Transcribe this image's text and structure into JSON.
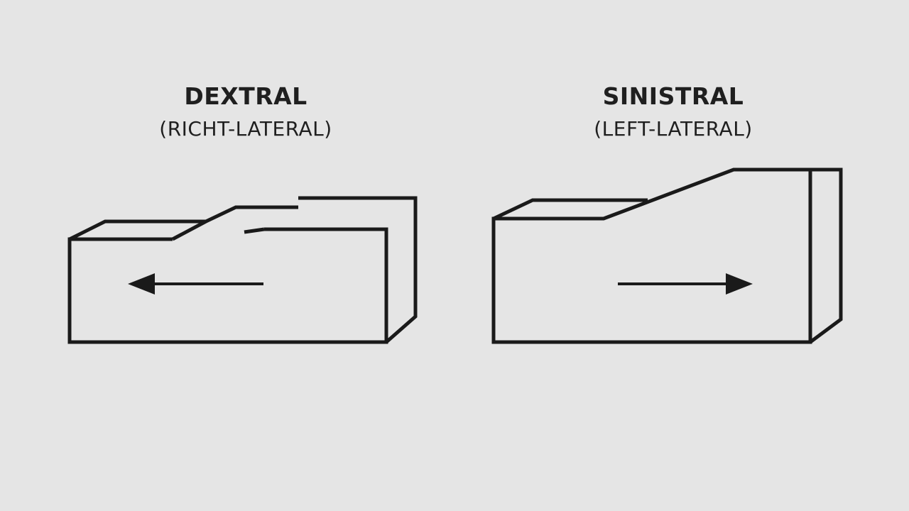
{
  "panels": {
    "dextral": {
      "title": "DEXTRAL",
      "subtitle": "(RICHT-LATERAL)",
      "arrow_direction": "left"
    },
    "sinistral": {
      "title": "SINISTRAL",
      "subtitle": "(LEFT-LATERAL)",
      "arrow_direction": "right"
    }
  },
  "colors": {
    "background": "#e5e5e5",
    "line": "#1a1a1a",
    "text": "#1f1f1f"
  }
}
